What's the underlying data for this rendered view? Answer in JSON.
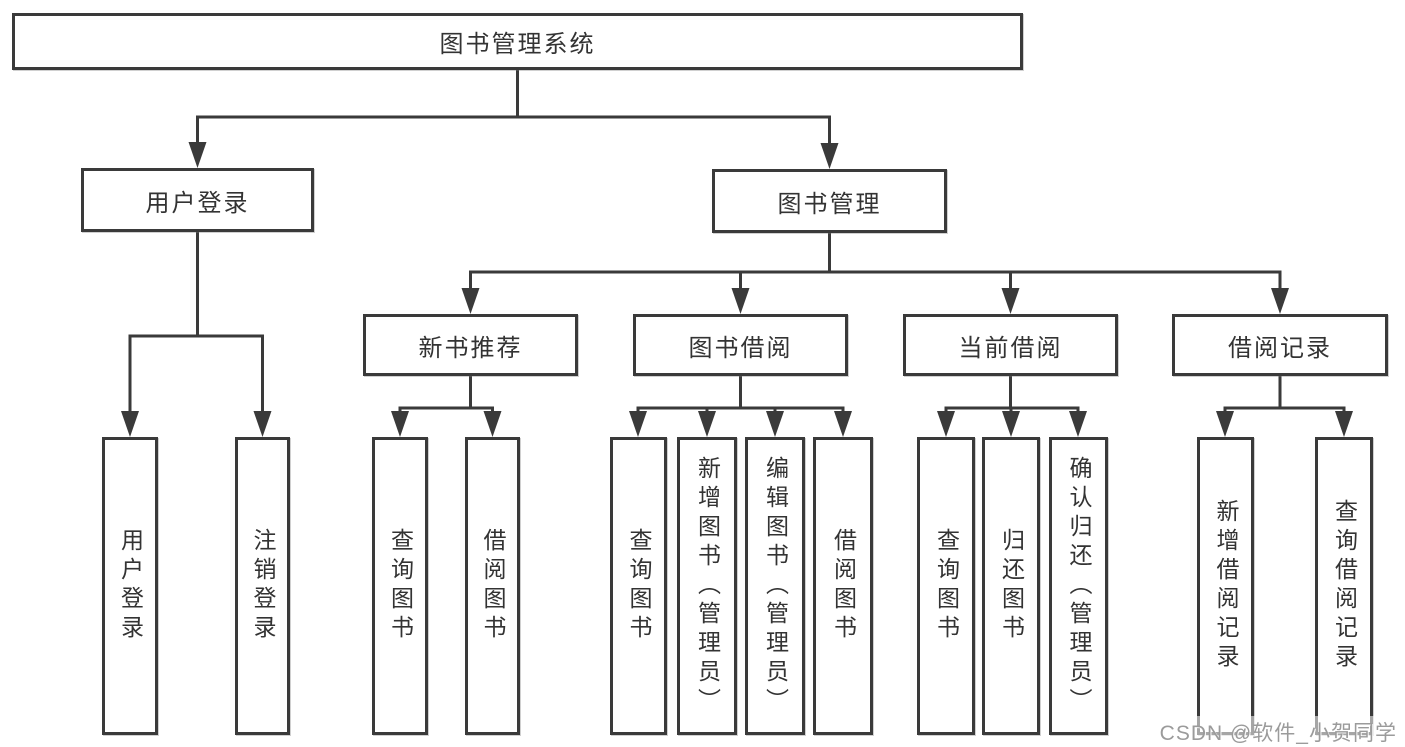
{
  "root": "图书管理系统",
  "userLogin": {
    "label": "用户登录",
    "leaves": [
      "用户登录",
      "注销登录"
    ]
  },
  "bookMgmt": {
    "label": "图书管理",
    "sections": [
      {
        "label": "新书推荐",
        "leaves": [
          "查询图书",
          "借阅图书"
        ]
      },
      {
        "label": "图书借阅",
        "leaves": [
          "查询图书",
          "新增图书（管理员）",
          "编辑图书（管理员）",
          "借阅图书"
        ]
      },
      {
        "label": "当前借阅",
        "leaves": [
          "查询图书",
          "归还图书",
          "确认归还（管理员）"
        ]
      },
      {
        "label": "借阅记录",
        "leaves": [
          "新增借阅记录",
          "查询借阅记录"
        ]
      }
    ]
  },
  "watermark": "CSDN @软件_小贺同学",
  "colors": {
    "line": "#3a3a3a",
    "text": "#333333",
    "background": "#ffffff",
    "watermark": "#9b9b9b"
  }
}
